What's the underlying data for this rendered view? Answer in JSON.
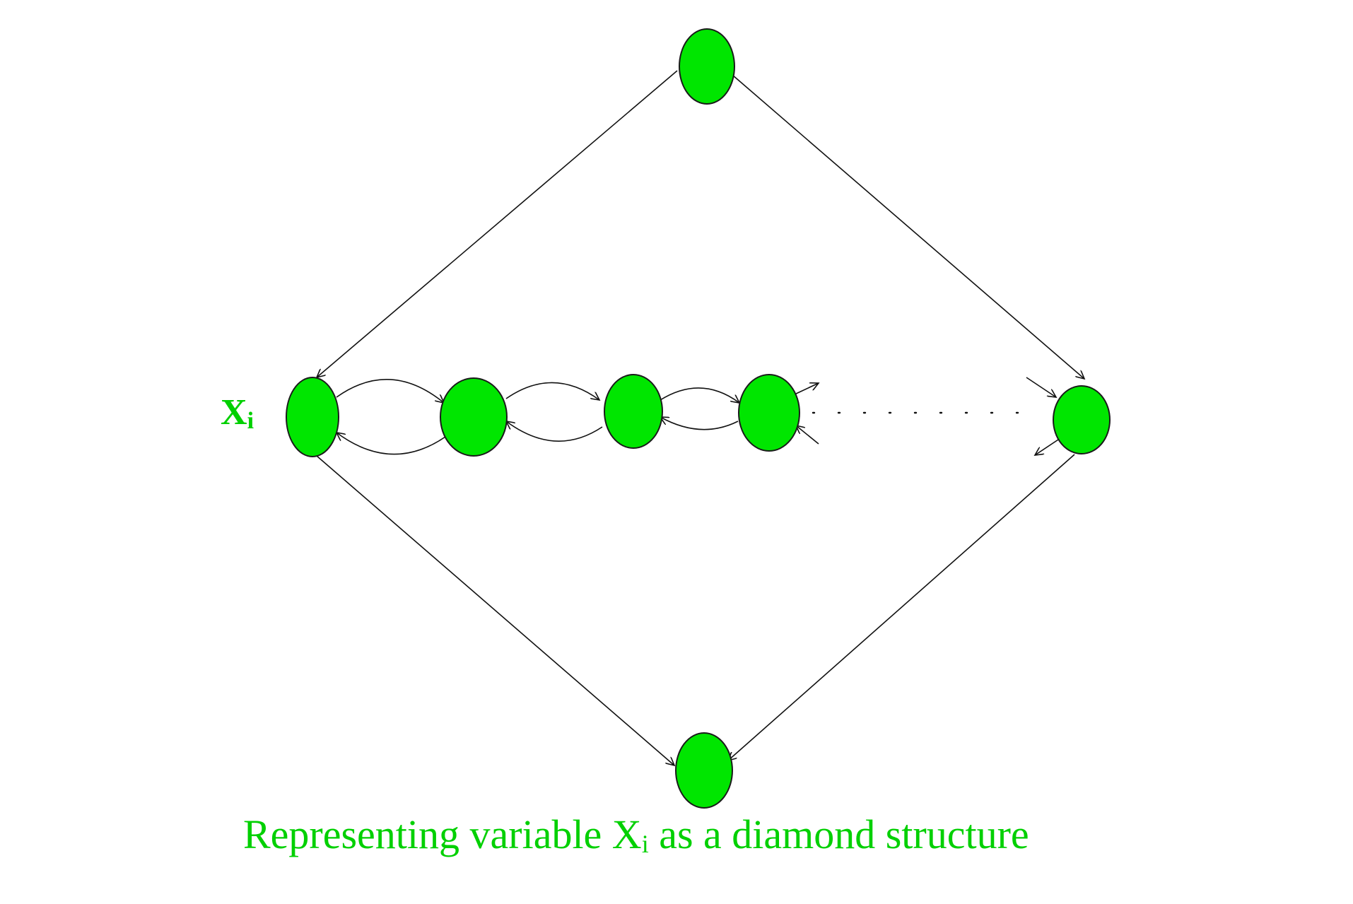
{
  "variable_label": {
    "base": "X",
    "sub": "i"
  },
  "caption": {
    "before": "Representing variable X",
    "sub": "i",
    "after": " as a diamond structure"
  },
  "colors": {
    "node_fill": "#00e600",
    "node_stroke": "#1a1a1a",
    "edge": "#111111",
    "text": "#00d000"
  }
}
